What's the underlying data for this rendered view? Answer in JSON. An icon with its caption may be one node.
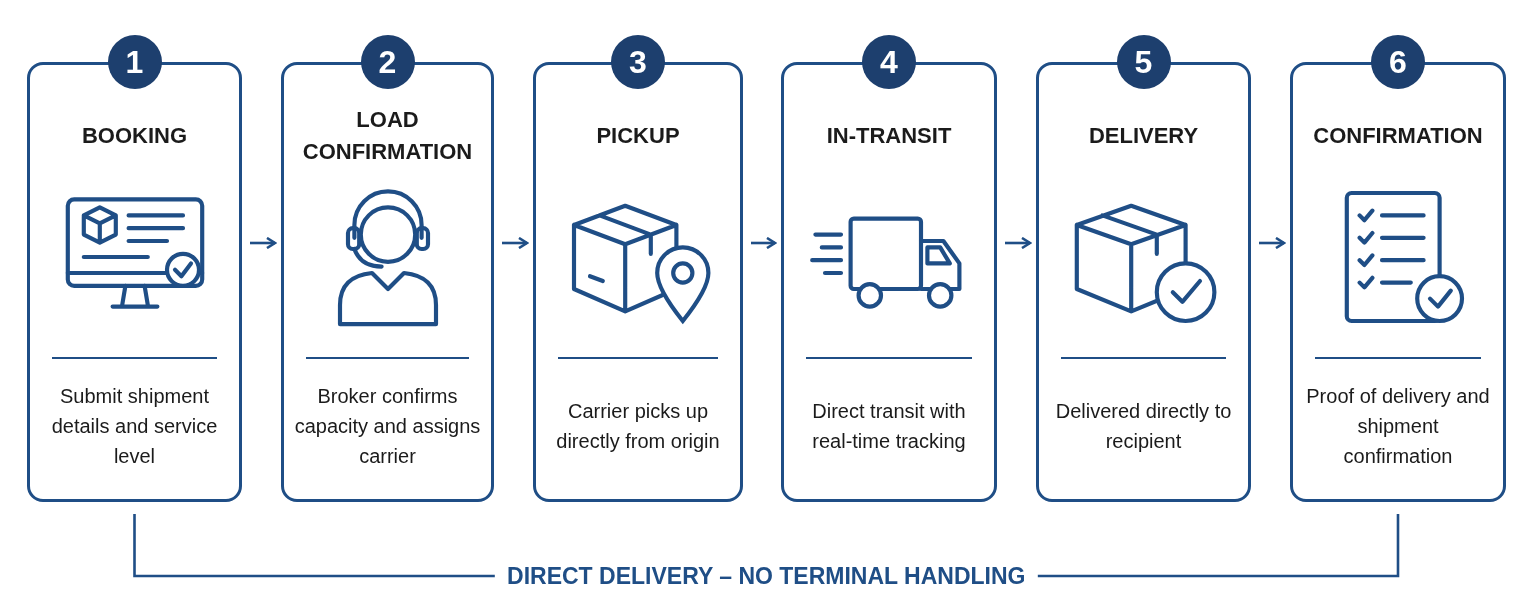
{
  "diagram": {
    "nodes": [
      {
        "text": [
          "1",
          "BOOKING",
          "Submit shipment details and service level"
        ]
      },
      {
        "text": [
          "2",
          "LOAD CONFIRMATION",
          "Broker confirms capacity and assigns carrier"
        ]
      },
      {
        "text": [
          "3",
          "PICKUP",
          "Carrier picks up directly from origin"
        ]
      },
      {
        "text": [
          "4",
          "IN-TRANSIT",
          "Direct transit with real-time tracking"
        ]
      },
      {
        "text": [
          "5",
          "DELIVERY",
          "Delivered directly to recipient"
        ]
      },
      {
        "text": [
          "6",
          "CONFIRMATION",
          "Proof of delivery and shipment confirmation"
        ]
      }
    ],
    "edges": [
      {
        "from": 0,
        "to": 1,
        "arrow": "to"
      },
      {
        "from": 1,
        "to": 2,
        "arrow": "to"
      },
      {
        "from": 2,
        "to": 3,
        "arrow": "to"
      },
      {
        "from": 3,
        "to": 4,
        "arrow": "to"
      },
      {
        "from": 4,
        "to": 5,
        "arrow": "to"
      },
      {
        "from": 0,
        "to": 5,
        "arrow": "none",
        "label": "DIRECT DELIVERY – NO TERMINAL HANDLING"
      }
    ]
  }
}
